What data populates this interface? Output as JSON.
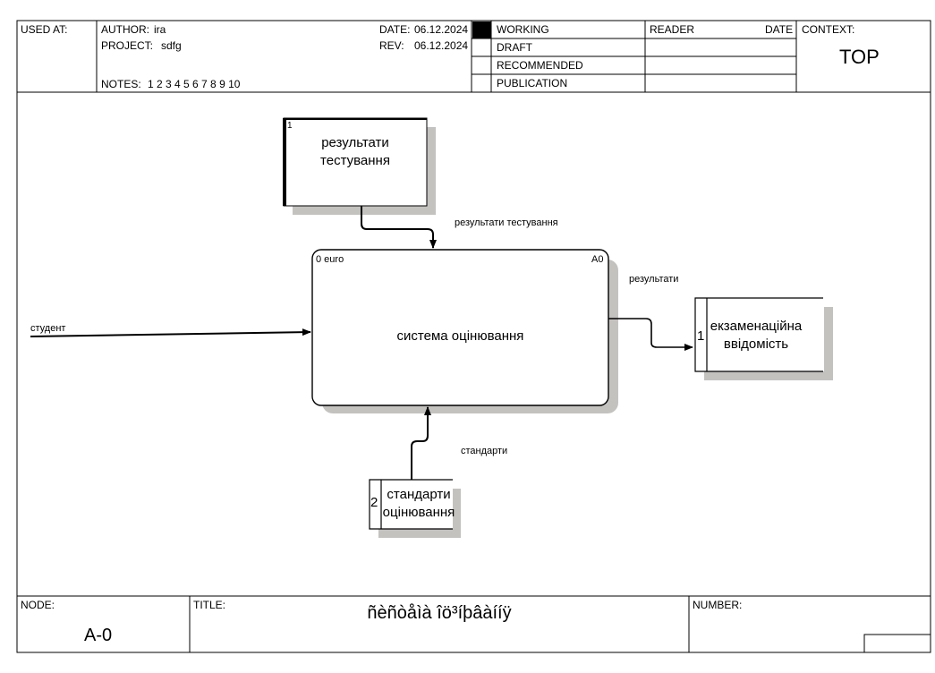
{
  "header": {
    "used_at_label": "USED AT:",
    "author_label": "AUTHOR:",
    "author": "ira",
    "project_label": "PROJECT:",
    "project": "sdfg",
    "notes_label": "NOTES:",
    "notes": "1  2  3  4  5  6  7  8  9  10",
    "date_label": "DATE:",
    "date": "06.12.2024",
    "rev_label": "REV:",
    "rev": "06.12.2024",
    "status_working": "WORKING",
    "status_draft": "DRAFT",
    "status_recommended": "RECOMMENDED",
    "status_publication": "PUBLICATION",
    "reader_label": "READER",
    "reader_date_label": "DATE",
    "context_label": "CONTEXT:",
    "context_value": "TOP"
  },
  "diagram": {
    "main_activity": {
      "label": "система оцінювання",
      "cost": "0 euro",
      "node": "A0"
    },
    "store_results": {
      "number": "1",
      "line1": "результати",
      "line2": "тестування"
    },
    "store_exam": {
      "number": "1",
      "line1": "екзаменаційна",
      "line2": "ввідомість"
    },
    "store_standards": {
      "number": "2",
      "line1": "стандарти",
      "line2": "оцінювання"
    },
    "arrows": {
      "top_label": "результати тестування",
      "output_label": "результати",
      "input_label": "студент",
      "bottom_label": "стандарти"
    }
  },
  "footer": {
    "node_label": "NODE:",
    "node_value": "A-0",
    "title_label": "TITLE:",
    "title_value": "ñèñòåìà îö³íþâàííÿ",
    "number_label": "NUMBER:"
  }
}
